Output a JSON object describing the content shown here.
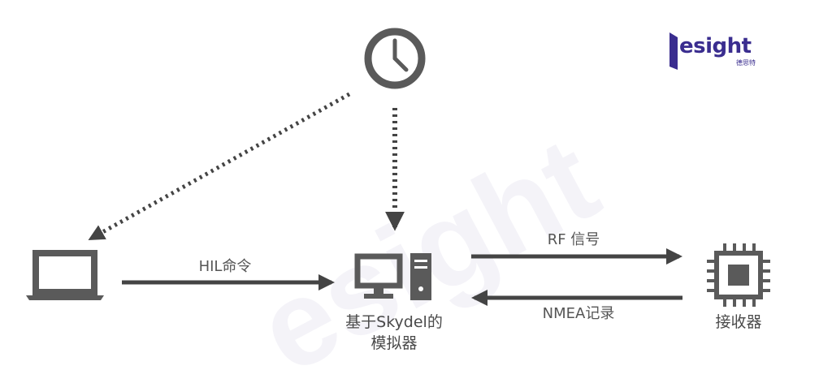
{
  "brand": {
    "logo_text": "esight",
    "logo_sub": "德思特",
    "color": "#3a2d8f"
  },
  "colors": {
    "icon": "#5a5a5a",
    "arrow": "#444444",
    "text": "#555555"
  },
  "nodes": {
    "clock": {
      "icon": "clock-icon"
    },
    "laptop": {
      "icon": "laptop-icon"
    },
    "simulator": {
      "icon": "desktop-computer-icon",
      "label_line1": "基于Skydel的",
      "label_line2": "模拟器"
    },
    "receiver": {
      "icon": "chip-icon",
      "label": "接收器"
    }
  },
  "edges": {
    "hil": {
      "label": "HIL命令"
    },
    "rf": {
      "label": "RF 信号"
    },
    "nmea": {
      "label": "NMEA记录"
    }
  }
}
